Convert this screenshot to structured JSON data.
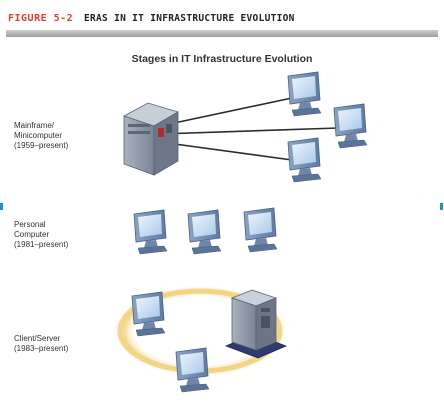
{
  "figure": {
    "number": "FIGURE 5-2",
    "title": "ERAS IN IT INFRASTRUCTURE EVOLUTION",
    "subtitle": "Stages in IT Infrastructure Evolution"
  },
  "stages": [
    {
      "lines": [
        "Mainframe/",
        "Minicomputer",
        "(1959–present)"
      ]
    },
    {
      "lines": [
        "Personal",
        "Computer",
        "(1981–present)"
      ]
    },
    {
      "lines": [
        "Client/Server",
        "(1983–present)"
      ]
    }
  ],
  "colors": {
    "figure_number": "#d8432c",
    "accent_ticks": "#1793cf",
    "monitor_body": "#6f8bb0",
    "mainframe": "#8e99a8",
    "server_base": "#3c4a82",
    "network_ring": "#f3d88c"
  },
  "icons": [
    "mainframe-icon",
    "monitor-icon",
    "server-icon"
  ]
}
